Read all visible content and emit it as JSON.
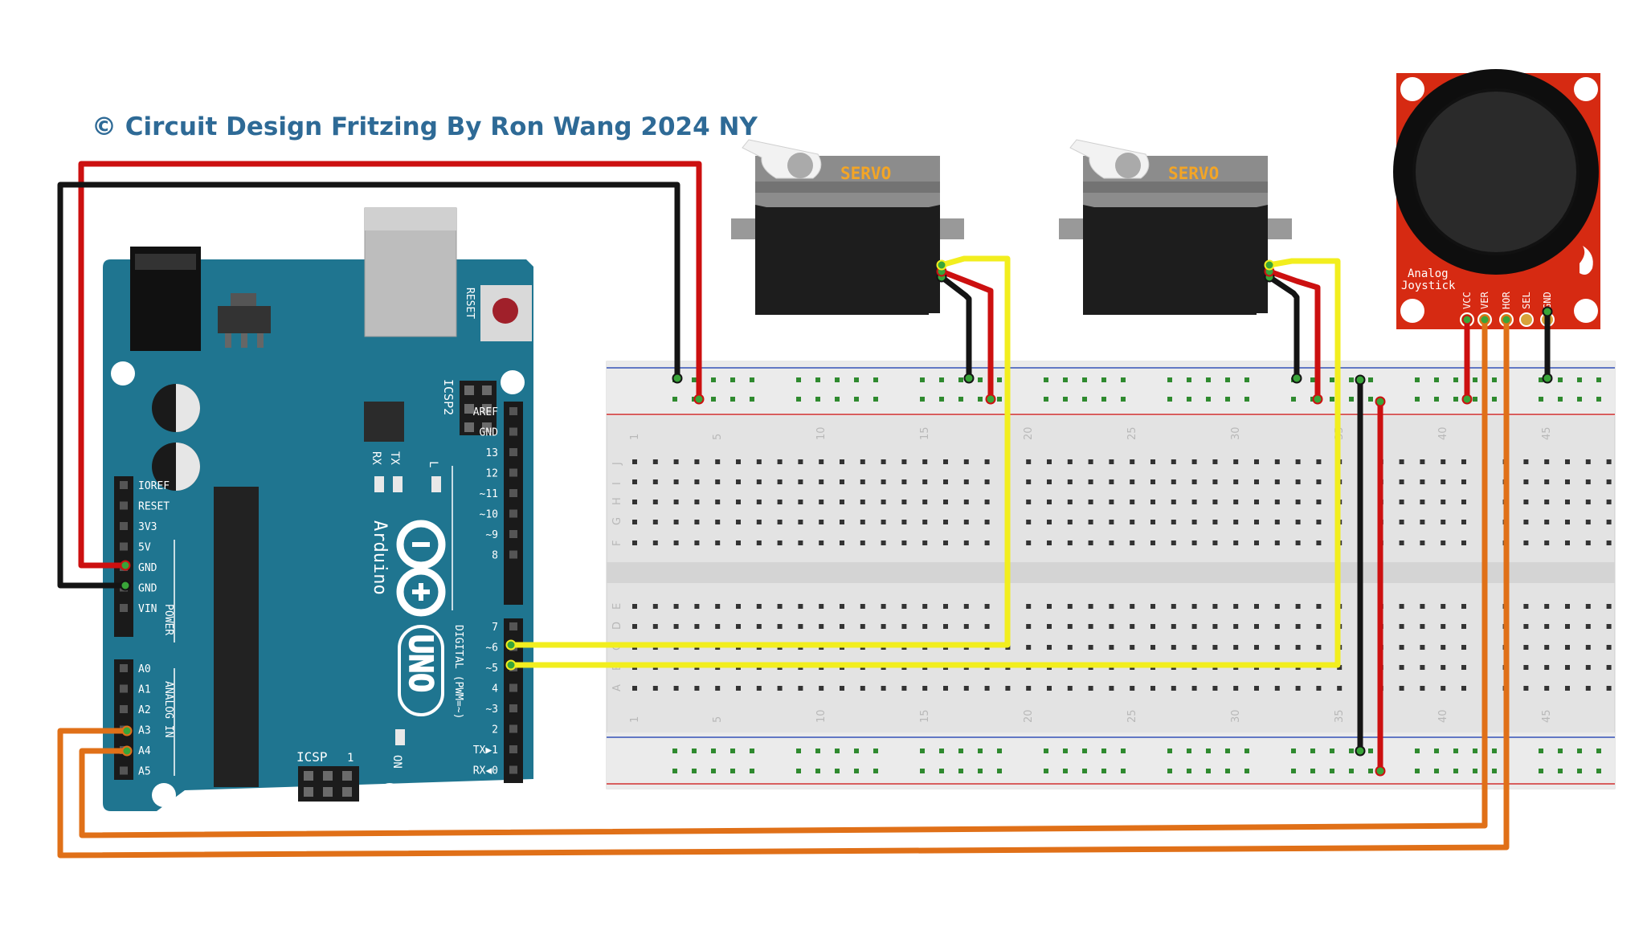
{
  "credit": "© Circuit Design Fritzing  By Ron Wang 2024 NY",
  "arduino": {
    "board_name": "Arduino",
    "model": "UNO",
    "reset_label": "RESET",
    "icsp2_label": "ICSP2",
    "icsp_label": "ICSP",
    "icsp_pin1": "1",
    "tx_label": "TX",
    "rx_label": "RX",
    "l_label": "L",
    "on_label": "ON",
    "digital_label": "DIGITAL (PWM=~)",
    "power_label": "POWER",
    "analog_label": "ANALOG IN",
    "power_pins": [
      "IOREF",
      "RESET",
      "3V3",
      "5V",
      "GND",
      "GND",
      "VIN"
    ],
    "analog_pins": [
      "A0",
      "A1",
      "A2",
      "A3",
      "A4",
      "A5"
    ],
    "digital_top": [
      "AREF",
      "GND",
      "13",
      "12",
      "~11",
      "~10",
      "~9",
      "8"
    ],
    "digital_bottom": [
      "7",
      "~6",
      "~5",
      "4",
      "~3",
      "2",
      "TX▶1",
      "RX◀0"
    ]
  },
  "servo_1": {
    "label": "SERVO"
  },
  "servo_2": {
    "label": "SERVO"
  },
  "joystick": {
    "title_line1": "Analog",
    "title_line2": "Joystick",
    "pins": [
      "VCC",
      "VER",
      "HOR",
      "SEL",
      "GND"
    ]
  },
  "breadboard": {
    "column_numbers": [
      "1",
      "5",
      "10",
      "15",
      "20",
      "25",
      "30",
      "35",
      "40",
      "45"
    ],
    "row_letters_top": [
      "J",
      "I",
      "H",
      "G",
      "F"
    ],
    "row_letters_bottom": [
      "E",
      "D",
      "C",
      "B",
      "A"
    ]
  },
  "colors": {
    "wire_red": "#cc1010",
    "wire_black": "#141414",
    "wire_yellow": "#f2ee1e",
    "wire_orange": "#e07018",
    "arduino_teal": "#1f7590",
    "joystick_red": "#d62a12",
    "credit_blue": "#2e6a96"
  }
}
